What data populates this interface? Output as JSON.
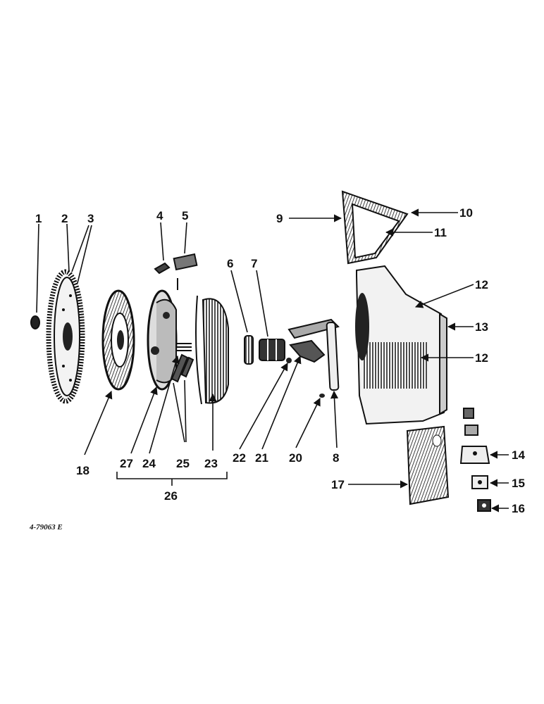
{
  "figure_id": "4-79063 E",
  "callouts": {
    "c1": "1",
    "c2": "2",
    "c3": "3",
    "c4": "4",
    "c5": "5",
    "c6": "6",
    "c7": "7",
    "c8": "8",
    "c9": "9",
    "c10": "10",
    "c11": "11",
    "c12a": "12",
    "c12b": "12",
    "c13": "13",
    "c14": "14",
    "c15": "15",
    "c16": "16",
    "c17": "17",
    "c18": "18",
    "c20": "20",
    "c21": "21",
    "c22": "22",
    "c23": "23",
    "c24": "24",
    "c25": "25",
    "c26": "26",
    "c27": "27"
  }
}
